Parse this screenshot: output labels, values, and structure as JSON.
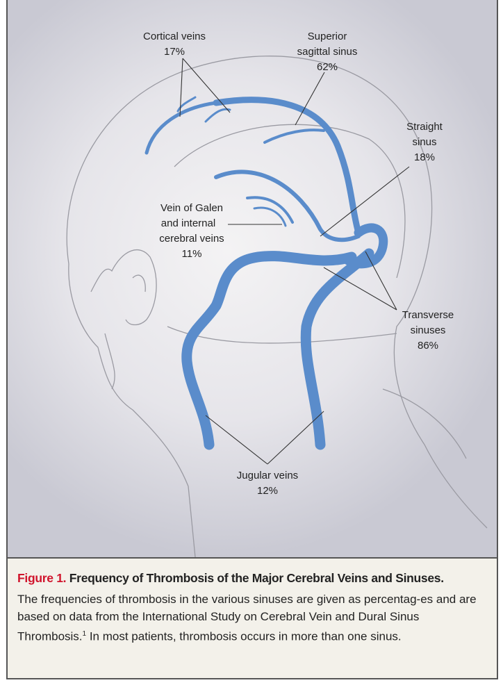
{
  "labels": {
    "cortical": {
      "name": "Cortical veins",
      "pct": "17%"
    },
    "superior": {
      "name1": "Superior",
      "name2": "sagittal sinus",
      "pct": "62%"
    },
    "straight": {
      "name1": "Straight",
      "name2": "sinus",
      "pct": "18%"
    },
    "galen": {
      "name1": "Vein of Galen",
      "name2": "and internal",
      "name3": "cerebral veins",
      "pct": "11%"
    },
    "transverse": {
      "name1": "Transverse",
      "name2": "sinuses",
      "pct": "86%"
    },
    "jugular": {
      "name": "Jugular veins",
      "pct": "12%"
    }
  },
  "caption": {
    "figure_label": "Figure 1.",
    "title": "Frequency of Thrombosis of the Major Cerebral Veins and Sinuses.",
    "body": "The frequencies of thrombosis in the various sinuses are given as percentag-es and are based on data from the International Study on Cerebral Vein and Dural Sinus Thrombosis.",
    "footnote": "1",
    "body_end": " In most patients, thrombosis occurs in more than one sinus."
  },
  "colors": {
    "vein": "#5a8ccb",
    "figure_label": "#d0142c"
  }
}
